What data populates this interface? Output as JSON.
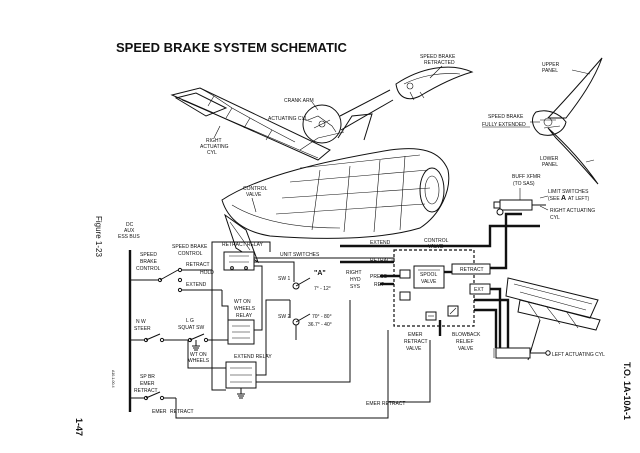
{
  "title": "SPEED BRAKE SYSTEM SCHEMATIC",
  "side_text": {
    "figure": "Figure 1-23",
    "page": "1-47",
    "doc": "T.O. 1A-10A-1",
    "tiny": "A10-1-00-4"
  },
  "labels": {
    "speed_brake_retracted": [
      "SPEED BRAKE",
      "RETRACTED"
    ],
    "upper_panel": [
      "UPPER",
      "PANEL"
    ],
    "speed_brake_fully_extended": [
      "SPEED BRAKE",
      "FULLY EXTENDED"
    ],
    "lower_panel": [
      "LOWER",
      "PANEL"
    ],
    "crank_arm": "CRANK ARM",
    "actuating_cyl": "ACTUATING CYL",
    "right_actuating_cyl_top": [
      "RIGHT",
      "ACTUATING",
      "CYL"
    ],
    "control_valve_top": [
      "CONTROL",
      "VALVE"
    ],
    "buff_xfmr": [
      "BUFF XFMR",
      "(TO SAS)"
    ],
    "limit_switches": [
      "LIMIT SWITCHES",
      "(SEE",
      "AT LEFT)"
    ],
    "limit_switches_a": "A",
    "right_actuating_cyl_right": [
      "RIGHT ACTUATING",
      "CYL"
    ],
    "dc_aux_ess_bus": [
      "DC",
      "AUX",
      "ESS BUS"
    ],
    "speed_brake_control_left": [
      "SPEED",
      "BRAKE",
      "CONTROL"
    ],
    "speed_brake_control_mid": [
      "SPEED BRAKE",
      "CONTROL"
    ],
    "retract": "RETRACT",
    "hold": "HOLD",
    "extend": "EXTEND",
    "retract_relay": "RETRACT RELAY",
    "unit_switches": "UNIT SWITCHES",
    "extend_pipe": "EXTEND",
    "control_valve_mid": [
      "CONTROL",
      "VALVE"
    ],
    "sw1": "SW 1",
    "a_mark": "\"A\"",
    "sw1_angle": "7° - 12°",
    "sw2": "SW 2",
    "sw2_angles": [
      "70° - 80°",
      "36.7° - 40°"
    ],
    "right_hyd_sys": [
      "RIGHT",
      "HYD",
      "SYS"
    ],
    "press": "PRESS",
    "ret": "RET",
    "retract_pipe": "RETRACT",
    "spool_valve": [
      "SPOOL",
      "VALVE"
    ],
    "retract_box": "RETRACT",
    "ext_box": "EXT",
    "wt_on_wheels_relay": [
      "WT ON",
      "WHEELS",
      "RELAY"
    ],
    "nw_steer": [
      "N W",
      "STEER"
    ],
    "lg_squat_sw": [
      "L G",
      "SQUAT SW"
    ],
    "wt_on_wheels": [
      "WT ON",
      "WHEELS"
    ],
    "extend_relay": "EXTEND RELAY",
    "sp_br_emer_retract": [
      "SP BR",
      "EMER",
      "RETRACT"
    ],
    "emer": "EMER",
    "retract_bottom": "RETRACT",
    "emer_retract_valve": [
      "EMER",
      "RETRACT",
      "VALVE"
    ],
    "blowback_relief_valve": [
      "BLOWBACK",
      "RELIEF",
      "VALVE"
    ],
    "emer_retract_bottom": "EMER RETRACT",
    "left_actuating_cyl": "LEFT ACTUATING CYL"
  }
}
